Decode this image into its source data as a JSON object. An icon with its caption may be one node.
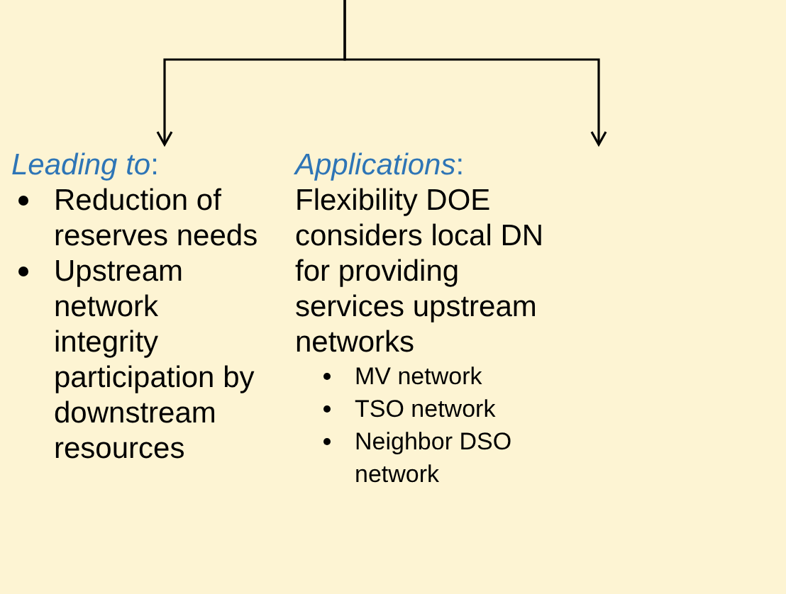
{
  "diagram": {
    "nodes": [
      {
        "text": [
          "*Leading to*:",
          "Reduction of reserves needs",
          "Upstream network integrity participation by downstream resources"
        ]
      },
      {
        "text": [
          "*Applications*:",
          "Flexibility DOE considers local DN for providing services upstream networks",
          "MV network",
          "TSO network",
          "Neighbor DSO network"
        ]
      }
    ],
    "edges": [
      {
        "from": null,
        "to": 0,
        "arrow": "to"
      },
      {
        "from": null,
        "to": 1,
        "arrow": "to"
      }
    ]
  }
}
